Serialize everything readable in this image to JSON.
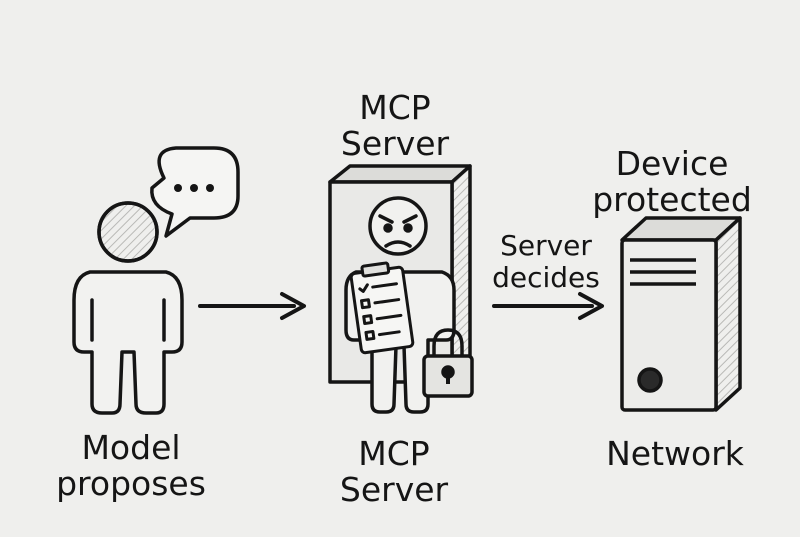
{
  "labels": {
    "model_proposes": [
      "Model",
      "proposes"
    ],
    "mcp_server_top": [
      "MCP",
      "Server"
    ],
    "mcp_server_bottom": [
      "MCP",
      "Server"
    ],
    "device_protected": [
      "Device",
      "protected"
    ],
    "server_decides": [
      "Server",
      "decides"
    ],
    "network": "Network"
  },
  "icons": {
    "person": "person-icon",
    "speech_bubble": "speech-bubble-icon",
    "server_tower": "server-tower-icon",
    "guard": "angry-guard-icon",
    "clipboard": "checklist-clipboard-icon",
    "padlock": "padlock-icon",
    "network_device": "network-device-icon",
    "arrow": "arrow-right-icon"
  },
  "colors": {
    "background": "#efefed",
    "ink": "#151515",
    "shade": "#cfcfcc"
  }
}
